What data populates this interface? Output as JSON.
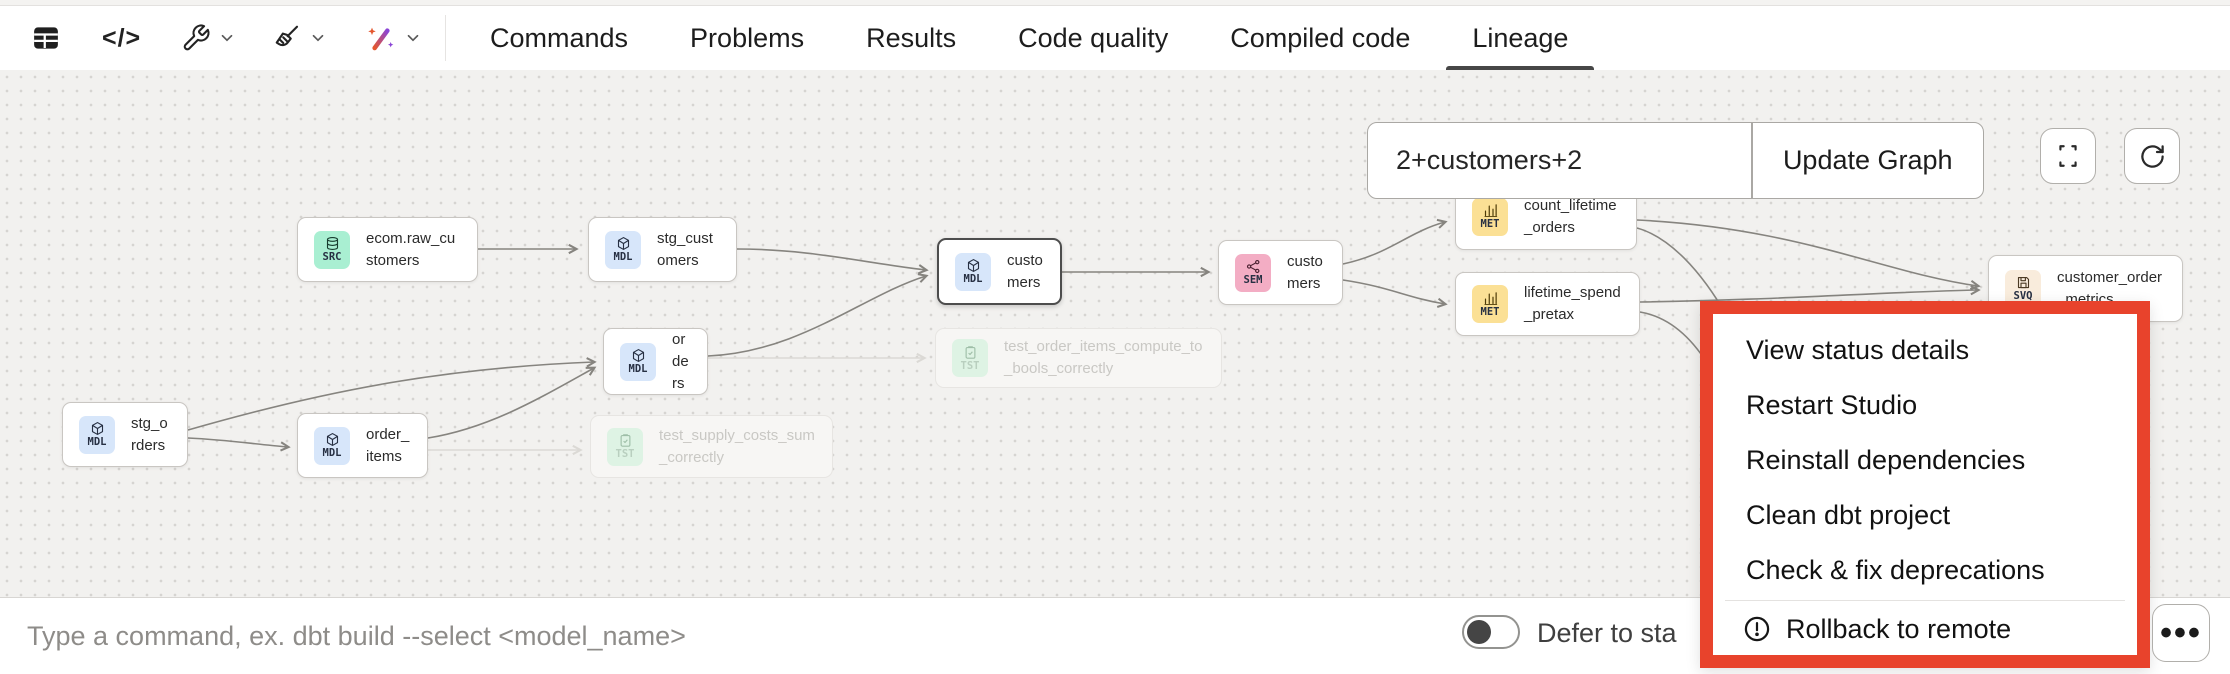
{
  "topbar": {
    "icons": [
      {
        "name": "table-icon"
      },
      {
        "name": "code-icon",
        "glyph": "</>"
      },
      {
        "name": "wrench-icon",
        "has_dropdown": true
      },
      {
        "name": "broom-icon",
        "has_dropdown": true
      },
      {
        "name": "magic-wand-icon",
        "has_dropdown": true
      }
    ],
    "tabs": [
      {
        "label": "Commands",
        "active": false
      },
      {
        "label": "Problems",
        "active": false
      },
      {
        "label": "Results",
        "active": false
      },
      {
        "label": "Code quality",
        "active": false
      },
      {
        "label": "Compiled code",
        "active": false
      },
      {
        "label": "Lineage",
        "active": true
      }
    ]
  },
  "lineage": {
    "selector": {
      "value": "2+customers+2"
    },
    "update_button": "Update Graph",
    "badge_colors": {
      "MDL": "#d7e6fa",
      "SRC": "#a9efd2",
      "SEM": "#f3adc4",
      "MET": "#fbe095",
      "TST": "#def3e4",
      "SVQ": "#f9ecdc"
    },
    "nodes": [
      {
        "id": "ecom_raw_customers",
        "label": "ecom.raw_customers",
        "badge": "SRC",
        "kind": "source"
      },
      {
        "id": "stg_customers",
        "label": "stg_customers",
        "badge": "MDL",
        "kind": "model"
      },
      {
        "id": "stg_orders",
        "label": "stg_orders",
        "badge": "MDL",
        "kind": "model"
      },
      {
        "id": "order_items",
        "label": "order_items",
        "badge": "MDL",
        "kind": "model"
      },
      {
        "id": "orders",
        "label": "orders",
        "badge": "MDL",
        "kind": "model"
      },
      {
        "id": "customers_model",
        "label": "customers",
        "badge": "MDL",
        "kind": "model",
        "selected": true
      },
      {
        "id": "customers_sem",
        "label": "customers",
        "badge": "SEM",
        "kind": "semantic"
      },
      {
        "id": "count_lifetime_orders",
        "label": "count_lifetime_orders",
        "badge": "MET",
        "kind": "metric"
      },
      {
        "id": "lifetime_spend_pretax",
        "label": "lifetime_spend_pretax",
        "badge": "MET",
        "kind": "metric"
      },
      {
        "id": "customer_order_metrics",
        "label": "customer_order_metrics",
        "badge": "SVQ",
        "kind": "saved_query"
      },
      {
        "id": "test_order_items",
        "label": "test_order_items_compute_to_bools_correctly",
        "badge": "TST",
        "kind": "test",
        "faded": true
      },
      {
        "id": "test_supply",
        "label": "test_supply_costs_sum_correctly",
        "badge": "TST",
        "kind": "test",
        "faded": true
      }
    ]
  },
  "context_menu": {
    "border_color": "#E8432C",
    "items": [
      "View status details",
      "Restart Studio",
      "Reinstall dependencies",
      "Clean dbt project",
      "Check & fix deprecations"
    ],
    "danger_item": {
      "label": "Rollback to remote",
      "icon": "warning-circle-icon"
    }
  },
  "command_bar": {
    "placeholder": "Type a command, ex. dbt build --select <model_name>",
    "defer_toggle": {
      "state": "off",
      "label": "Defer to sta"
    },
    "more_button": "•••"
  }
}
